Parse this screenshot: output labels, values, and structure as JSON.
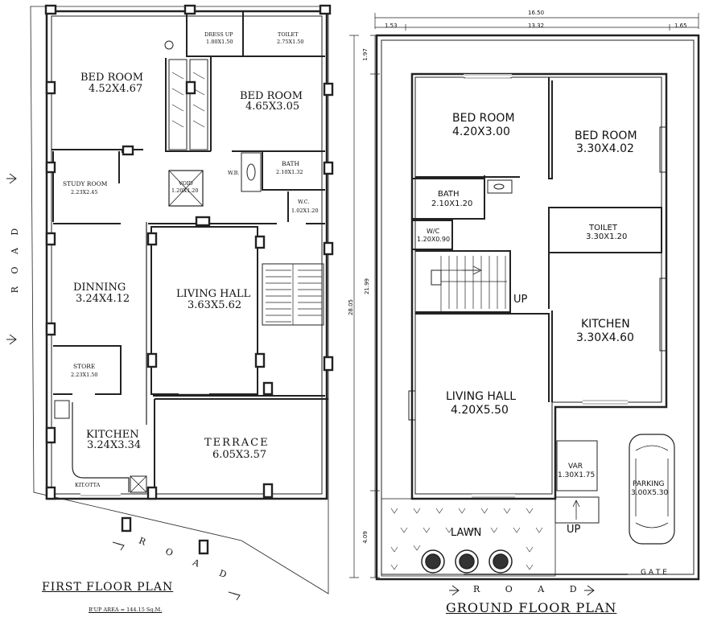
{
  "first_floor": {
    "title": "FIRST FLOOR PLAN",
    "area": "B'UP AREA = 144.15 Sq.M.",
    "road_vertical": "R O A D",
    "road_diag": "R O A D",
    "rooms": {
      "bed1_name": "BED ROOM",
      "bed1_dim": "4.52X4.67",
      "dress_name": "DRESS UP",
      "dress_dim": "1.80X1.50",
      "toilet_name": "TOILET",
      "toilet_dim": "2.75X1.50",
      "bed2_name": "BED ROOM",
      "bed2_dim": "4.65X3.05",
      "study_name": "STUDY ROOM",
      "study_dim": "2.23X2.45",
      "void_name": "VOID",
      "void_dim": "1.20X1.20",
      "wb": "W.B.",
      "bath_name": "BATH",
      "bath_dim": "2.10X1.32",
      "wc_name": "W.C.",
      "wc_dim": "1.02X1.20",
      "dinning_name": "DINNING",
      "dinning_dim": "3.24X4.12",
      "living_name": "LIVING HALL",
      "living_dim": "3.63X5.62",
      "store_name": "STORE",
      "store_dim": "2.23X1.50",
      "kitchen_name": "KITCHEN",
      "kitchen_dim": "3.24X3.34",
      "kit_otta": "KIT.OTTA",
      "terrace_name": "TERRACE",
      "terrace_dim": "6.05X3.57"
    }
  },
  "ground_floor": {
    "title": "GROUND FLOOR PLAN",
    "road": "R O A D",
    "gate": "G A T E",
    "dims": {
      "total_width": "16.50",
      "left": "1.53",
      "middle": "13.32",
      "right": "1.65",
      "total_depth": "28.05",
      "top": "1.97",
      "house": "21.99",
      "bottom": "4.09"
    },
    "rooms": {
      "bed1_name": "BED ROOM",
      "bed1_dim": "4.20X3.00",
      "bed2_name": "BED ROOM",
      "bed2_dim": "3.30X4.02",
      "bath_name": "BATH",
      "bath_dim": "2.10X1.20",
      "wc_name": "W/C",
      "wc_dim": "1.20X0.90",
      "toilet_name": "TOILET",
      "toilet_dim": "3.30X1.20",
      "up1": "UP",
      "kitchen_name": "KITCHEN",
      "kitchen_dim": "3.30X4.60",
      "living_name": "LIVING HALL",
      "living_dim": "4.20X5.50",
      "var_name": "VAR",
      "var_dim": "1.30X1.75",
      "parking_name": "PARKING",
      "parking_dim": "3.00X5.30",
      "lawn": "LAWN",
      "up2": "UP"
    }
  }
}
